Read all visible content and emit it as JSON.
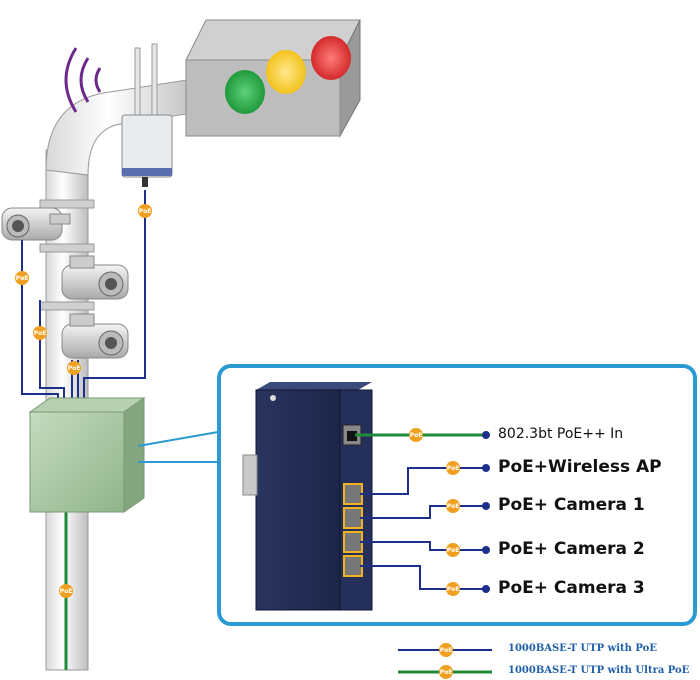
{
  "badge_text": "PoE",
  "ports": {
    "uplink": "802.3bt PoE++ In",
    "port1": "PoE+Wireless AP",
    "port2": "PoE+ Camera 1",
    "port3": "PoE+ Camera 2",
    "port4": "PoE+ Camera 3"
  },
  "legend": {
    "poe": "1000BASE-T UTP with PoE",
    "ultra_poe": "1000BASE-T UTP with Ultra PoE"
  },
  "colors": {
    "poe_line": "#1c2f8a",
    "ultra_poe_line": "#1e8a3a",
    "badge": "#f0a020",
    "frame": "#2a9ad3",
    "signal_lights": [
      "#1f9a3c",
      "#f2c21c",
      "#d42a2a"
    ]
  }
}
